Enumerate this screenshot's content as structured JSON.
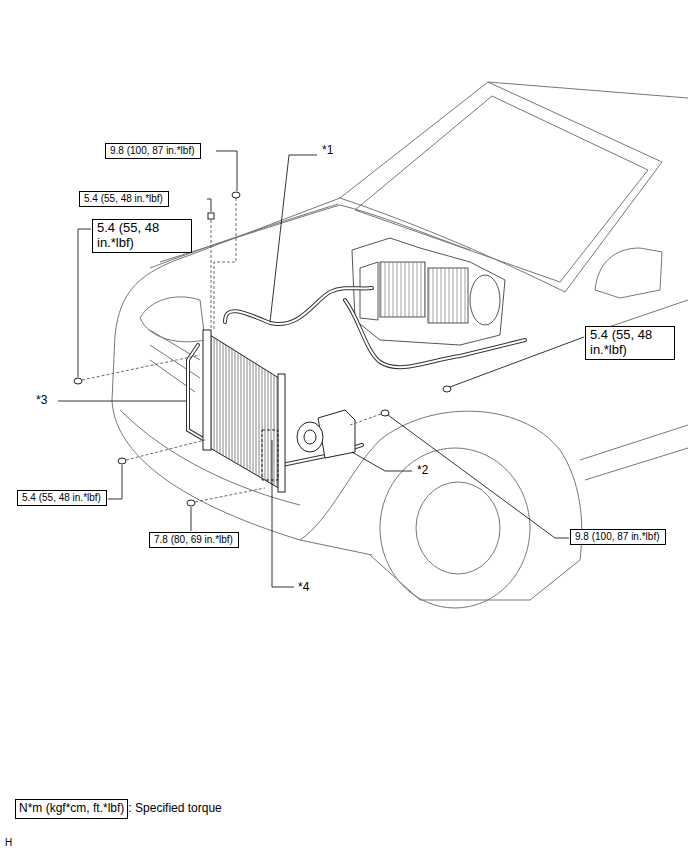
{
  "diagram": {
    "nodes": [
      {
        "text": [
          "9.8 (100, 87 in.*lbf)"
        ]
      },
      {
        "text": [
          "5.4 (55, 48 in.*lbf)"
        ]
      },
      {
        "text": [
          "5.4 (55, 48 in.*lbf)"
        ]
      },
      {
        "text": [
          "5.4 (55, 48 in.*lbf)"
        ]
      },
      {
        "text": [
          "5.4 (55, 48 in.*lbf)"
        ]
      },
      {
        "text": [
          "9.8 (100, 87 in.*lbf)"
        ]
      },
      {
        "text": [
          "7.8 (80, 69 in.*lbf)"
        ]
      },
      {
        "text": [
          "N*m (kgf*cm, ft.*lbf)",
          ": Specified torque"
        ]
      }
    ],
    "labels": [
      "*1",
      "*3",
      "*2",
      "*4",
      "H"
    ]
  }
}
